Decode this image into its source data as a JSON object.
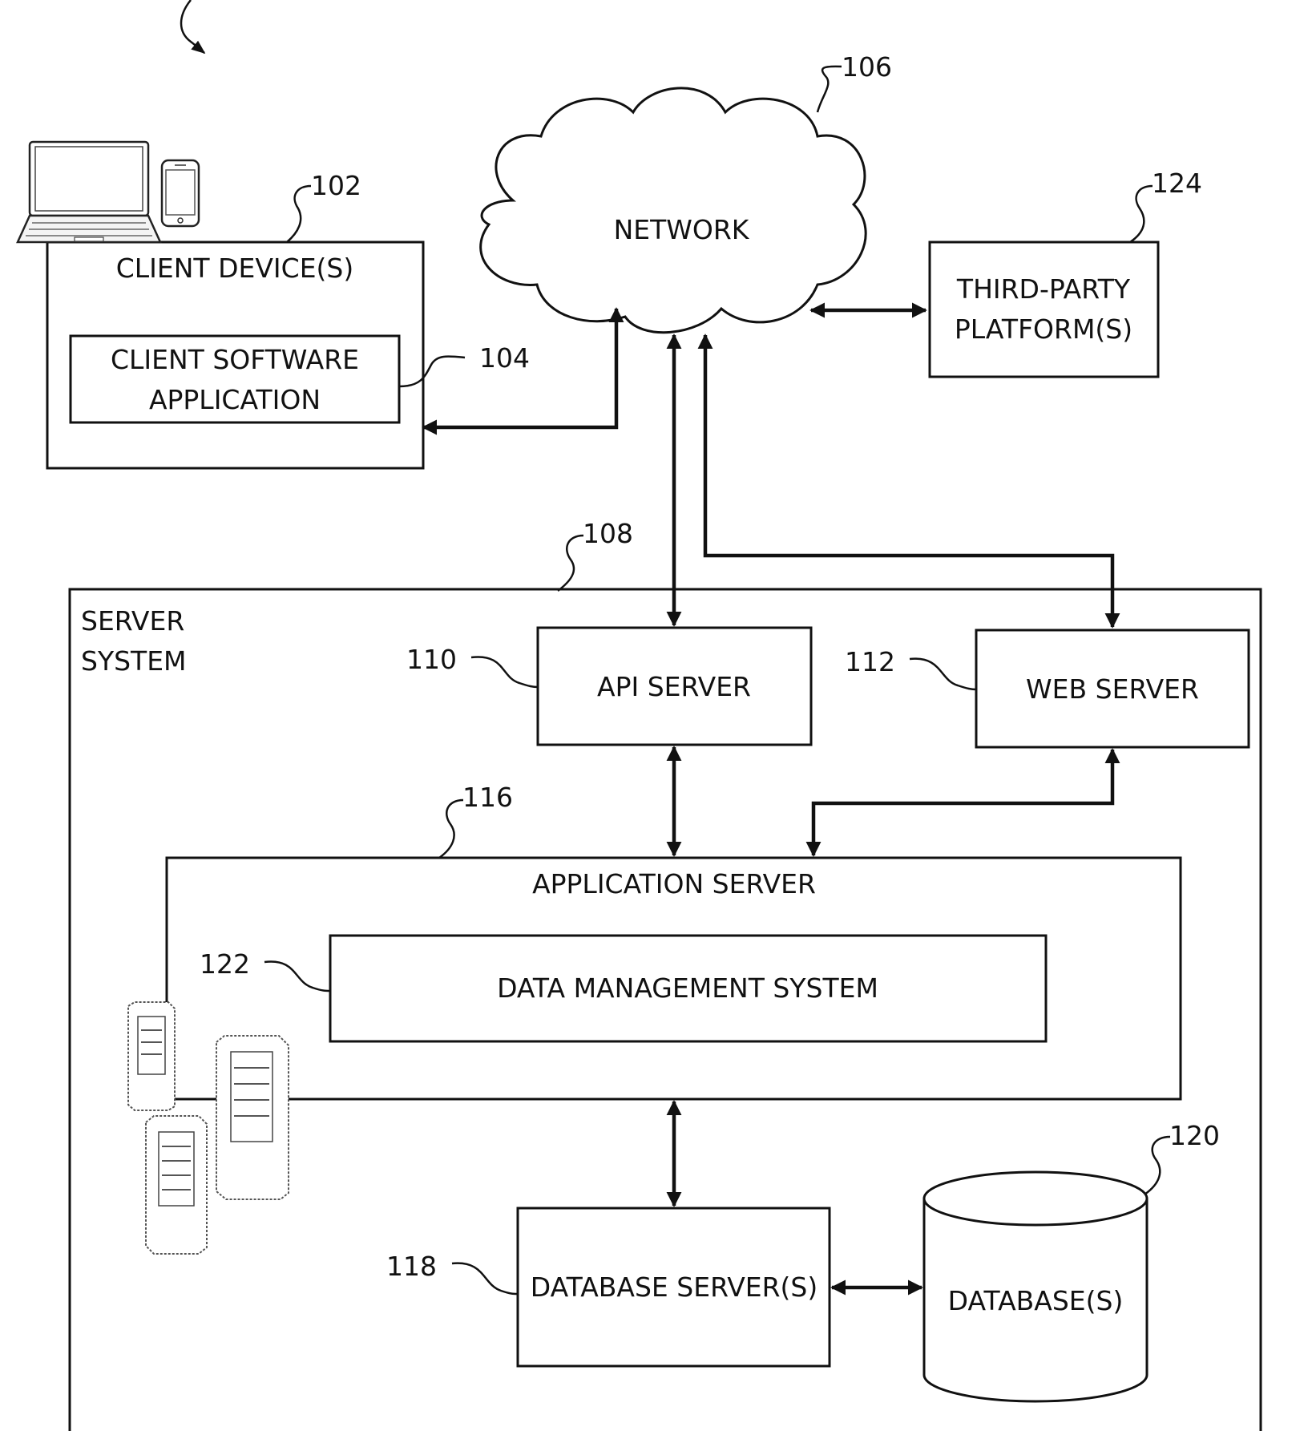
{
  "network": {
    "label": "NETWORK",
    "ref": "106"
  },
  "client_devices": {
    "label": "CLIENT DEVICE(S)",
    "ref": "102"
  },
  "client_software": {
    "label_line1": "CLIENT SOFTWARE",
    "label_line2": "APPLICATION",
    "ref": "104"
  },
  "third_party": {
    "label_line1": "THIRD-PARTY",
    "label_line2": "PLATFORM(S)",
    "ref": "124"
  },
  "server_system": {
    "label_line1": "SERVER",
    "label_line2": "SYSTEM",
    "ref": "108"
  },
  "api_server": {
    "label": "API SERVER",
    "ref": "110"
  },
  "web_server": {
    "label": "WEB SERVER",
    "ref": "112"
  },
  "application_server": {
    "label": "APPLICATION SERVER",
    "ref": "116"
  },
  "data_management": {
    "label": "DATA MANAGEMENT SYSTEM",
    "ref": "122"
  },
  "database_servers": {
    "label": "DATABASE SERVER(S)",
    "ref": "118"
  },
  "databases": {
    "label": "DATABASE(S)",
    "ref": "120"
  },
  "icons": [
    "laptop-icon",
    "smartphone-icon",
    "server-tower-icon"
  ]
}
